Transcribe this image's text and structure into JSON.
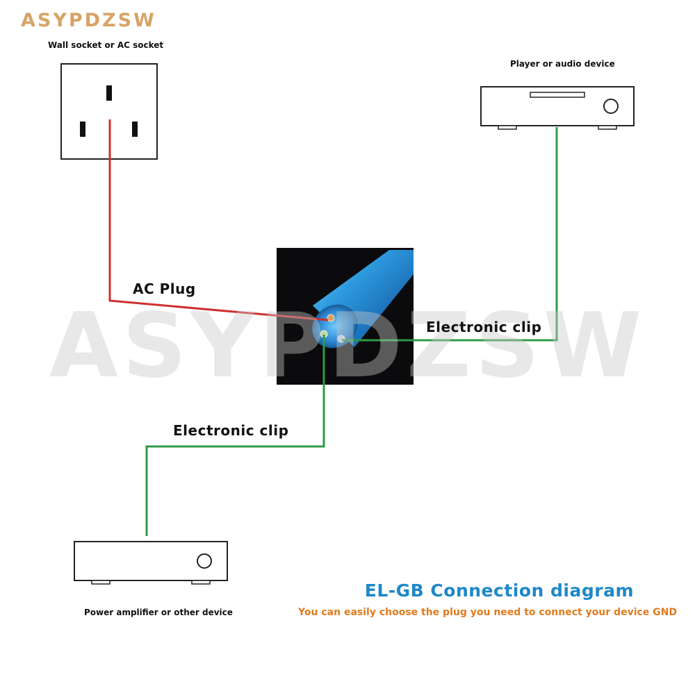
{
  "brand": "ASYPDZSW",
  "watermark": "ASYPDZSW",
  "labels": {
    "wall_socket": "Wall socket or AC socket",
    "player": "Player or audio device",
    "amplifier": "Power amplifier or other device",
    "ac_plug": "AC Plug",
    "electronic_clip_right": "Electronic clip",
    "electronic_clip_left": "Electronic clip"
  },
  "title": "EL-GB Connection diagram",
  "subtitle": "You can easily choose the plug you need to connect your device GND",
  "colors": {
    "brand": "#d6a468",
    "title": "#1e88c8",
    "subtitle": "#e07b1e",
    "ac_wire": "#cf2f2f",
    "ground_wire": "#2e9a46"
  }
}
